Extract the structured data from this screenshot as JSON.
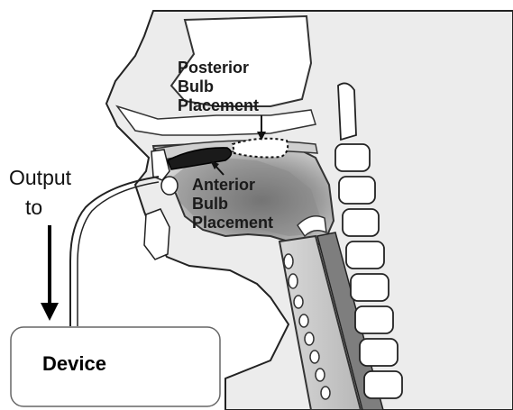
{
  "labels": {
    "posterior": [
      "Posterior",
      "Bulb",
      "Placement"
    ],
    "anterior": [
      "Anterior",
      "Bulb",
      "Placement"
    ],
    "output": [
      "Output",
      "to"
    ],
    "device": "Device"
  },
  "colors": {
    "skin": "#e9e9e9",
    "outline": "#222222",
    "cavity": "#ffffff",
    "shadow": "#9a9a9a",
    "bulb_anterior": "#1a1a1a"
  }
}
